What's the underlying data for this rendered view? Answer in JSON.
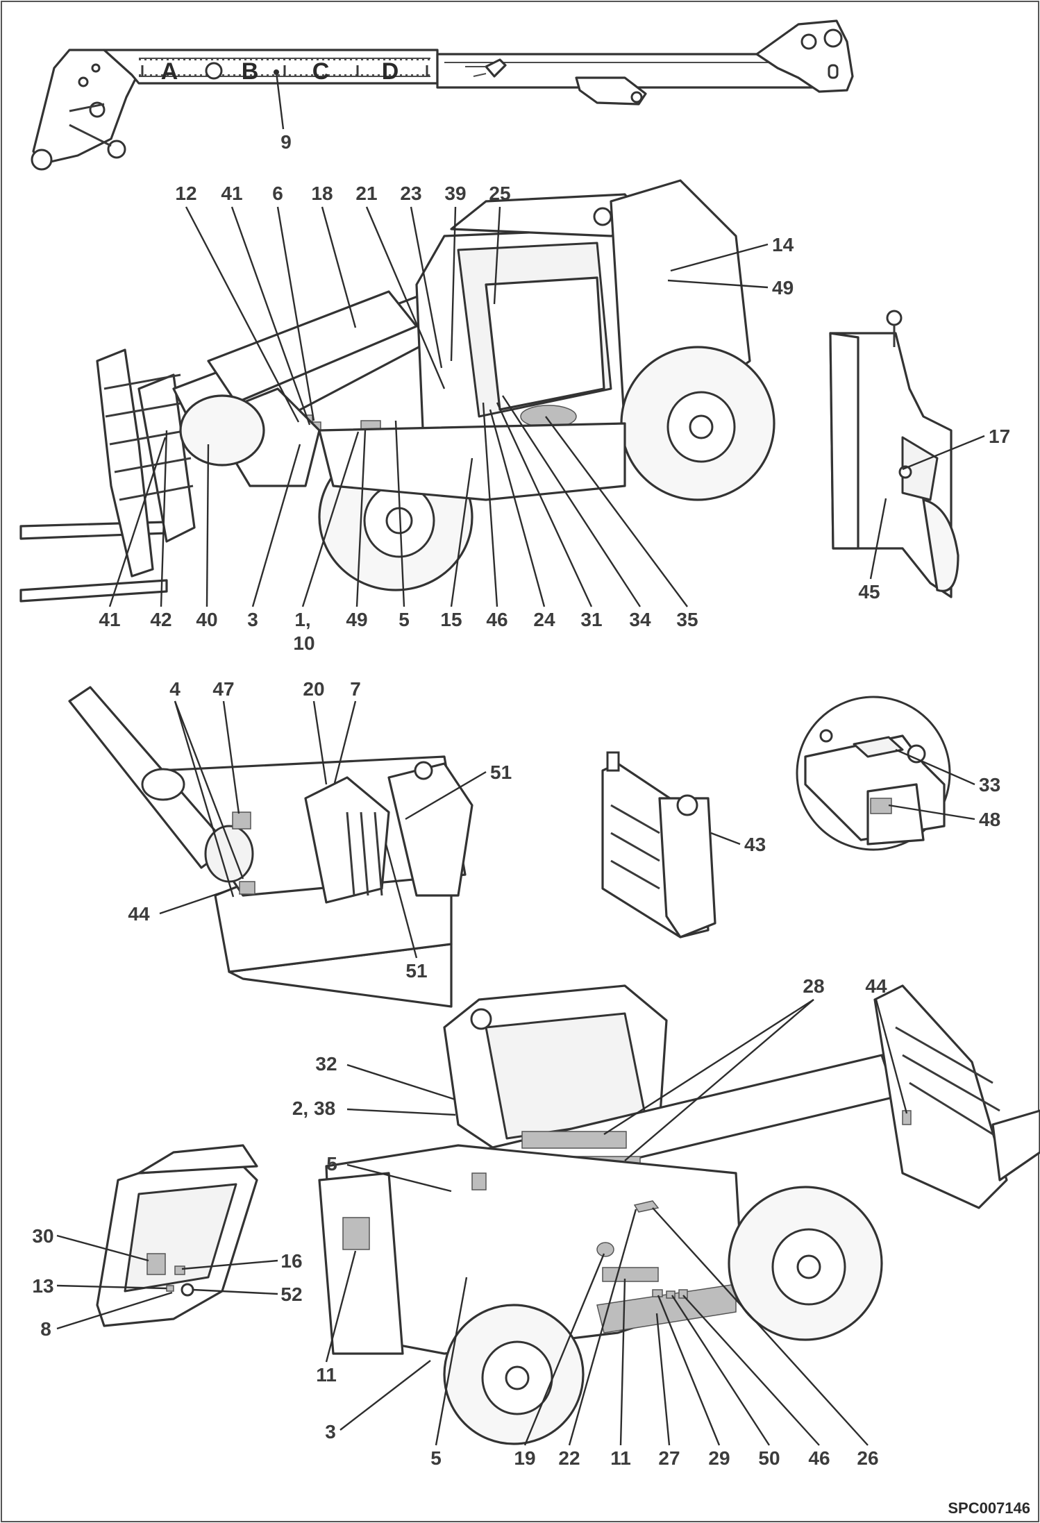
{
  "reference": "SPC007146",
  "boom_sections": [
    "A",
    "B",
    "C",
    "D"
  ],
  "callouts": {
    "boom": [
      "9"
    ],
    "left_view_top": [
      "12",
      "41",
      "6",
      "18",
      "21",
      "23",
      "39",
      "25"
    ],
    "left_view_right": [
      "14",
      "49"
    ],
    "left_view_bottom": [
      "41",
      "42",
      "40",
      "3",
      "1,",
      "10",
      "49",
      "5",
      "15",
      "46",
      "24",
      "31",
      "34",
      "35"
    ],
    "rear_detail": [
      "17",
      "45"
    ],
    "engine_bay": [
      "4",
      "47",
      "20",
      "7",
      "51",
      "44",
      "51"
    ],
    "tank_detail": [
      "43"
    ],
    "circle_detail": [
      "33",
      "48"
    ],
    "right_view_top": [
      "28",
      "44",
      "32",
      "2, 38",
      "5"
    ],
    "right_view_bottom": [
      "3",
      "5",
      "19",
      "22",
      "11",
      "27",
      "29",
      "50",
      "46",
      "26"
    ],
    "right_view_left": [
      "11"
    ],
    "cab_detail": [
      "30",
      "16",
      "13",
      "52",
      "8"
    ]
  }
}
